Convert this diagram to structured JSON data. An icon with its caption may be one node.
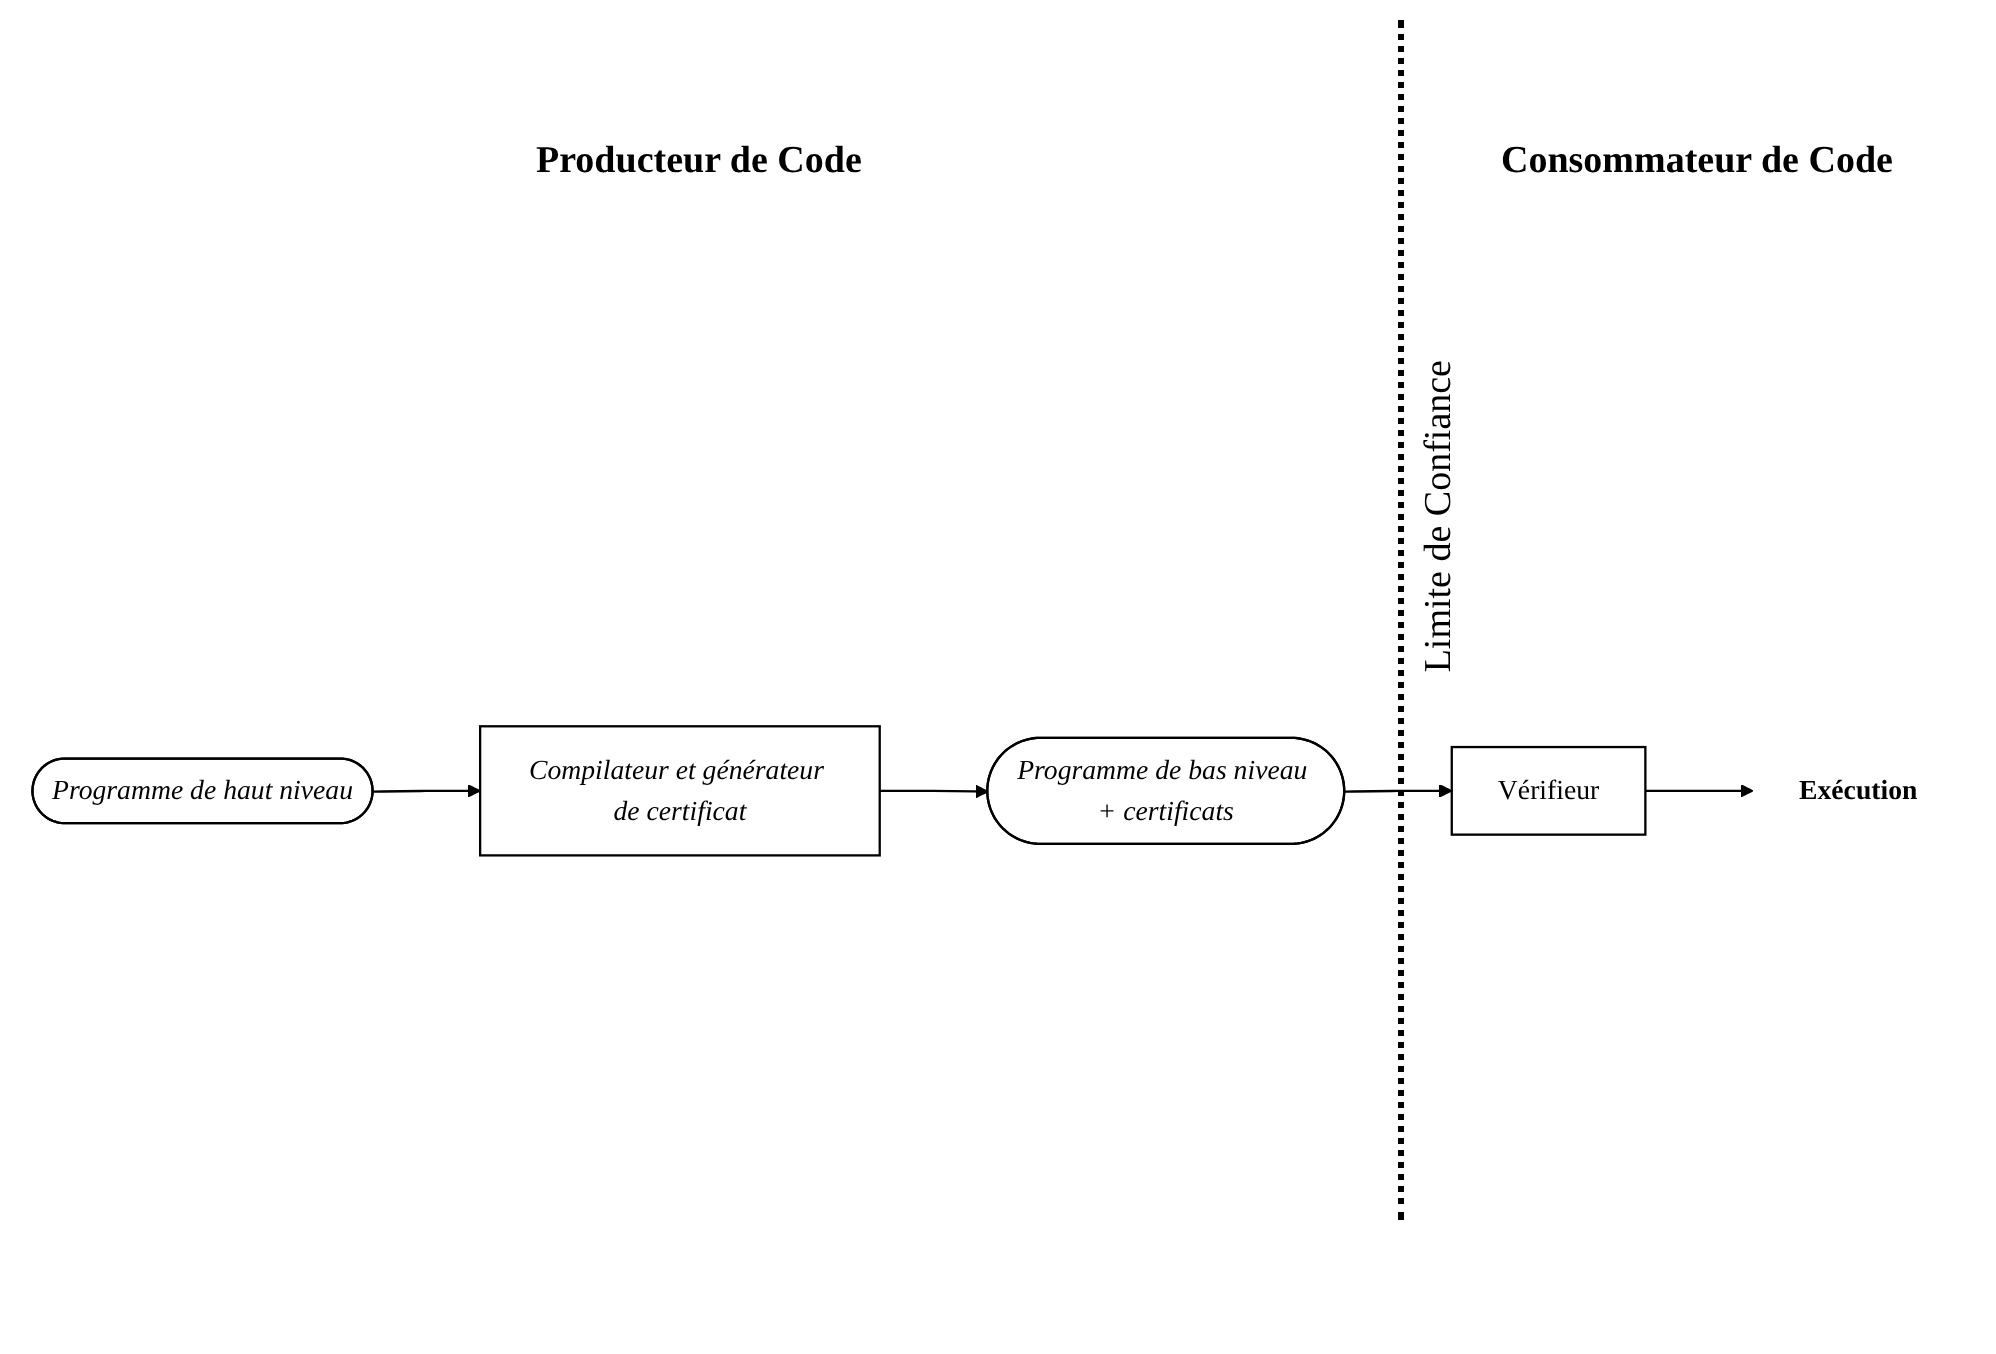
{
  "diagram": {
    "nodes": [
      {
        "text": [
          "Programme de haut niveau"
        ]
      },
      {
        "text": [
          "Compilateur et générateur de certificat"
        ]
      },
      {
        "text": [
          "Programme de bas niveau + certificats"
        ]
      },
      {
        "text": [
          "Vérifieur"
        ]
      },
      {
        "text": [
          "Exécution"
        ]
      }
    ],
    "edges": [
      {
        "from": 0,
        "to": 1,
        "arrow": "to"
      },
      {
        "from": 1,
        "to": 2,
        "arrow": "to"
      },
      {
        "from": 2,
        "to": 3,
        "arrow": "to"
      },
      {
        "from": 3,
        "to": 4,
        "arrow": "to"
      }
    ],
    "labels": [
      "Producteur de Code",
      "Consommateur de Code",
      "Limite de Confiance"
    ]
  }
}
